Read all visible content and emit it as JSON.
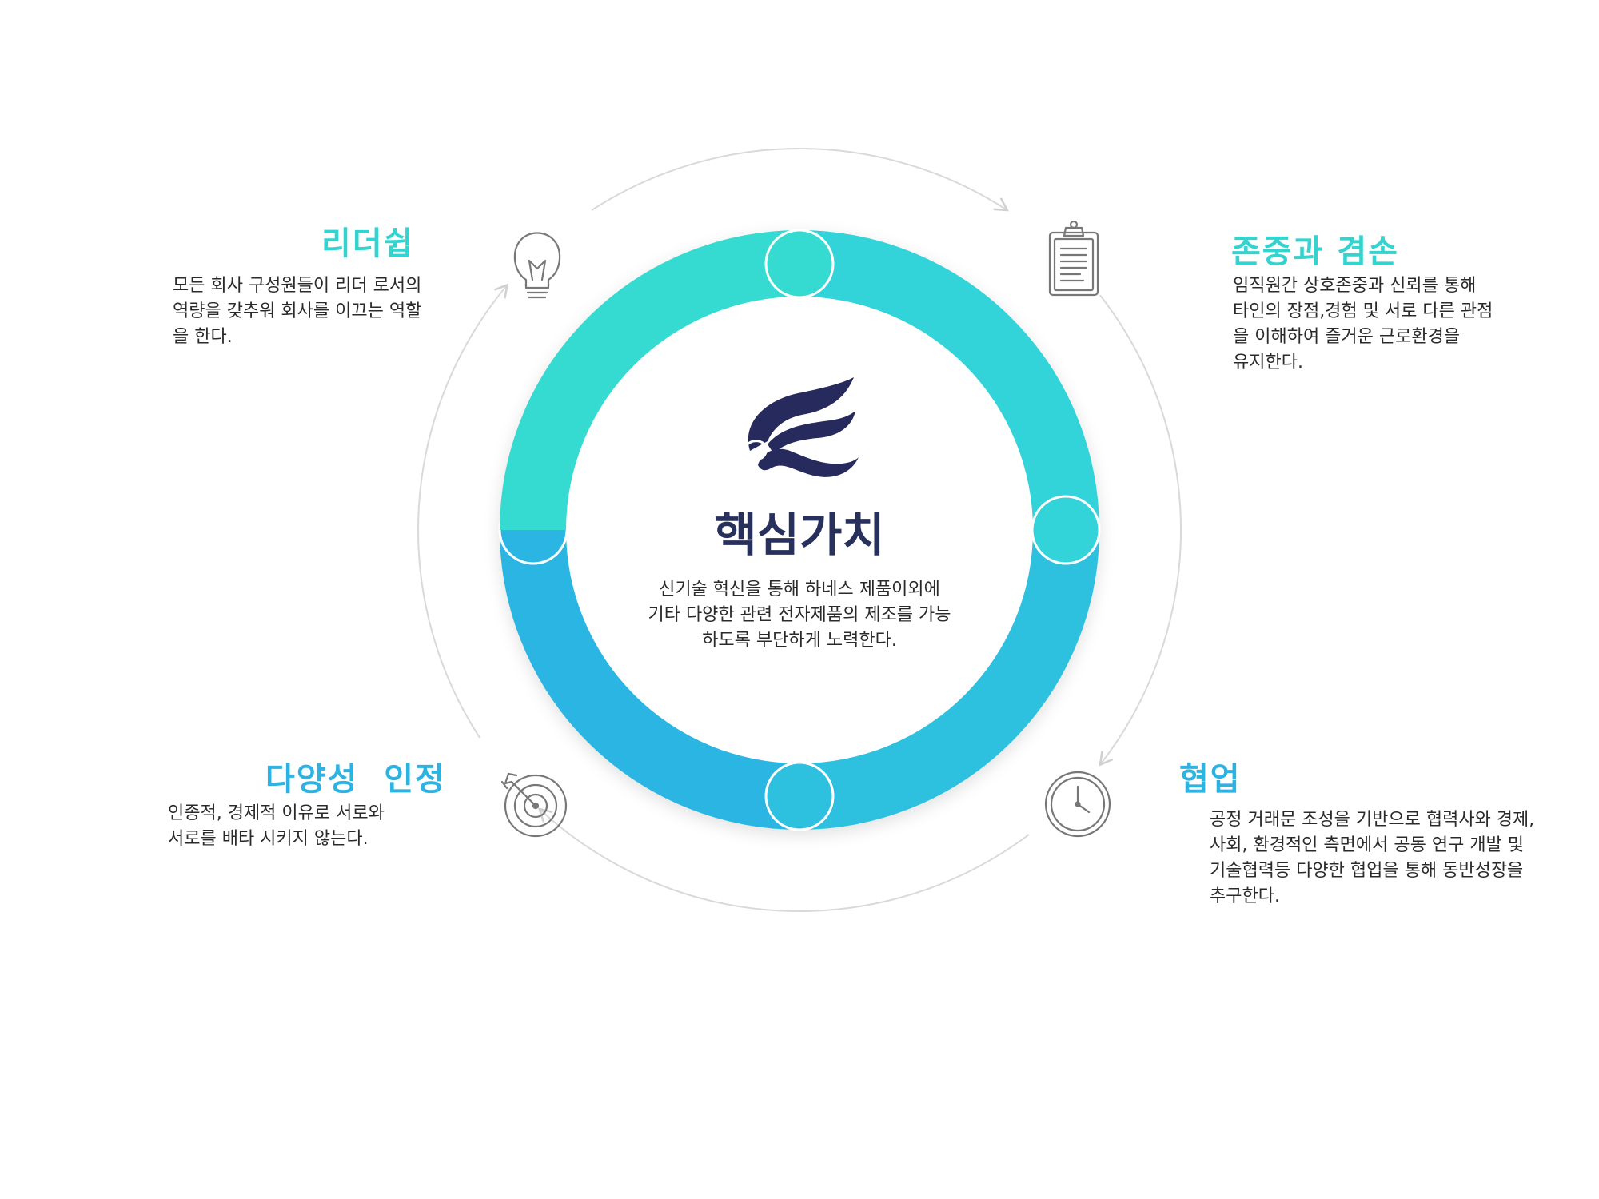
{
  "colors": {
    "seg_leadership": "#35dbd1",
    "seg_respect": "#33d3d9",
    "seg_cooperation": "#2ec1df",
    "seg_diversity": "#2cb5e3",
    "heading_teal": "#33d3cf",
    "heading_blue": "#2db3e2",
    "logo_navy": "#262a5c",
    "outer_ring": "#d9d9d9",
    "icon_gray": "#777777"
  },
  "center": {
    "title": "핵심가치",
    "description": [
      "신기술 혁신을 통해 하네스 제품이외에",
      "기타 다양한 관련 전자제품의 제조를 가능",
      "하도록 부단하게 노력한다."
    ]
  },
  "values": {
    "leadership": {
      "title": "리더쉽",
      "icon": "lightbulb-icon",
      "description": [
        "모든 회사 구성원들이 리더 로서의",
        "역량을 갖추워 회사를 이끄는 역할",
        "을 한다."
      ]
    },
    "respect": {
      "title": "존중과 겸손",
      "icon": "clipboard-icon",
      "description": [
        "임직원간 상호존중과 신뢰를 통해",
        "타인의 장점,경험 및 서로 다른 관점",
        "을 이해하여 즐거운 근로환경을",
        "유지한다."
      ]
    },
    "cooperation": {
      "title": "협업",
      "icon": "clock-icon",
      "description": [
        "공정 거래문 조성을 기반으로 협력사와 경제,",
        "사회, 환경적인 측면에서 공동 연구 개발 및",
        "기술협력등 다양한 협업을 통해 동반성장을",
        "추구한다."
      ]
    },
    "diversity": {
      "title": "다양성  인정",
      "icon": "target-icon",
      "description": [
        "인종적, 경제적 이유로 서로와",
        "서로를 배타 시키지 않는다."
      ]
    }
  }
}
